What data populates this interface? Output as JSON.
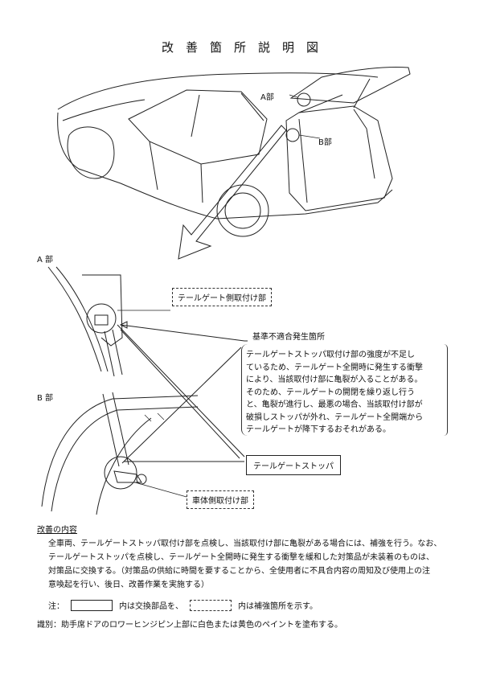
{
  "title": "改善箇所説明図",
  "labels": {
    "part_a_overview": "A部",
    "part_b_overview": "B部",
    "part_a_detail": "A 部",
    "part_b_detail": "B 部"
  },
  "callouts": {
    "tailgate_mount": "テールゲート側取付け部",
    "nonconformity": "基準不適合発生箇所",
    "stopper": "テールゲートストッパ",
    "body_mount": "車体側取付け部"
  },
  "description_lines": [
    "テールゲートストッパ取付け部の強度が不足し",
    "ているため、テールゲート全開時に発生する衝撃",
    "により、当該取付け部に亀裂が入ることがある。",
    "そのため、テールゲートの開閉を繰り返し行う",
    "と、亀裂が進行し、最悪の場合、当該取付け部が",
    "破損しストッパが外れ、テールゲート全開端から",
    "テールゲートが降下するおそれがある。"
  ],
  "improvement": {
    "heading": "改善の内容",
    "lines": [
      "全車両、テールゲートストッパ取付け部を点検し、当該取付け部に亀裂がある場合には、補強を行う。なお、",
      "テールゲートストッパを点検し、テールゲート全開時に発生する衝撃を緩和した対策品が未装着のものは、",
      "対策品に交換する。（対策品の供給に時間を要することから、全使用者に不具合内容の周知及び使用上の注",
      "意喚起を行い、後日、改善作業を実施する）"
    ]
  },
  "legend": {
    "prefix": "注：",
    "solid_text": "内は交換部品を、",
    "dotted_text": "内は補強箇所を示す。"
  },
  "identification": "識別：助手席ドアのロワーヒンジピン上部に白色または黄色のペイントを塗布する。"
}
